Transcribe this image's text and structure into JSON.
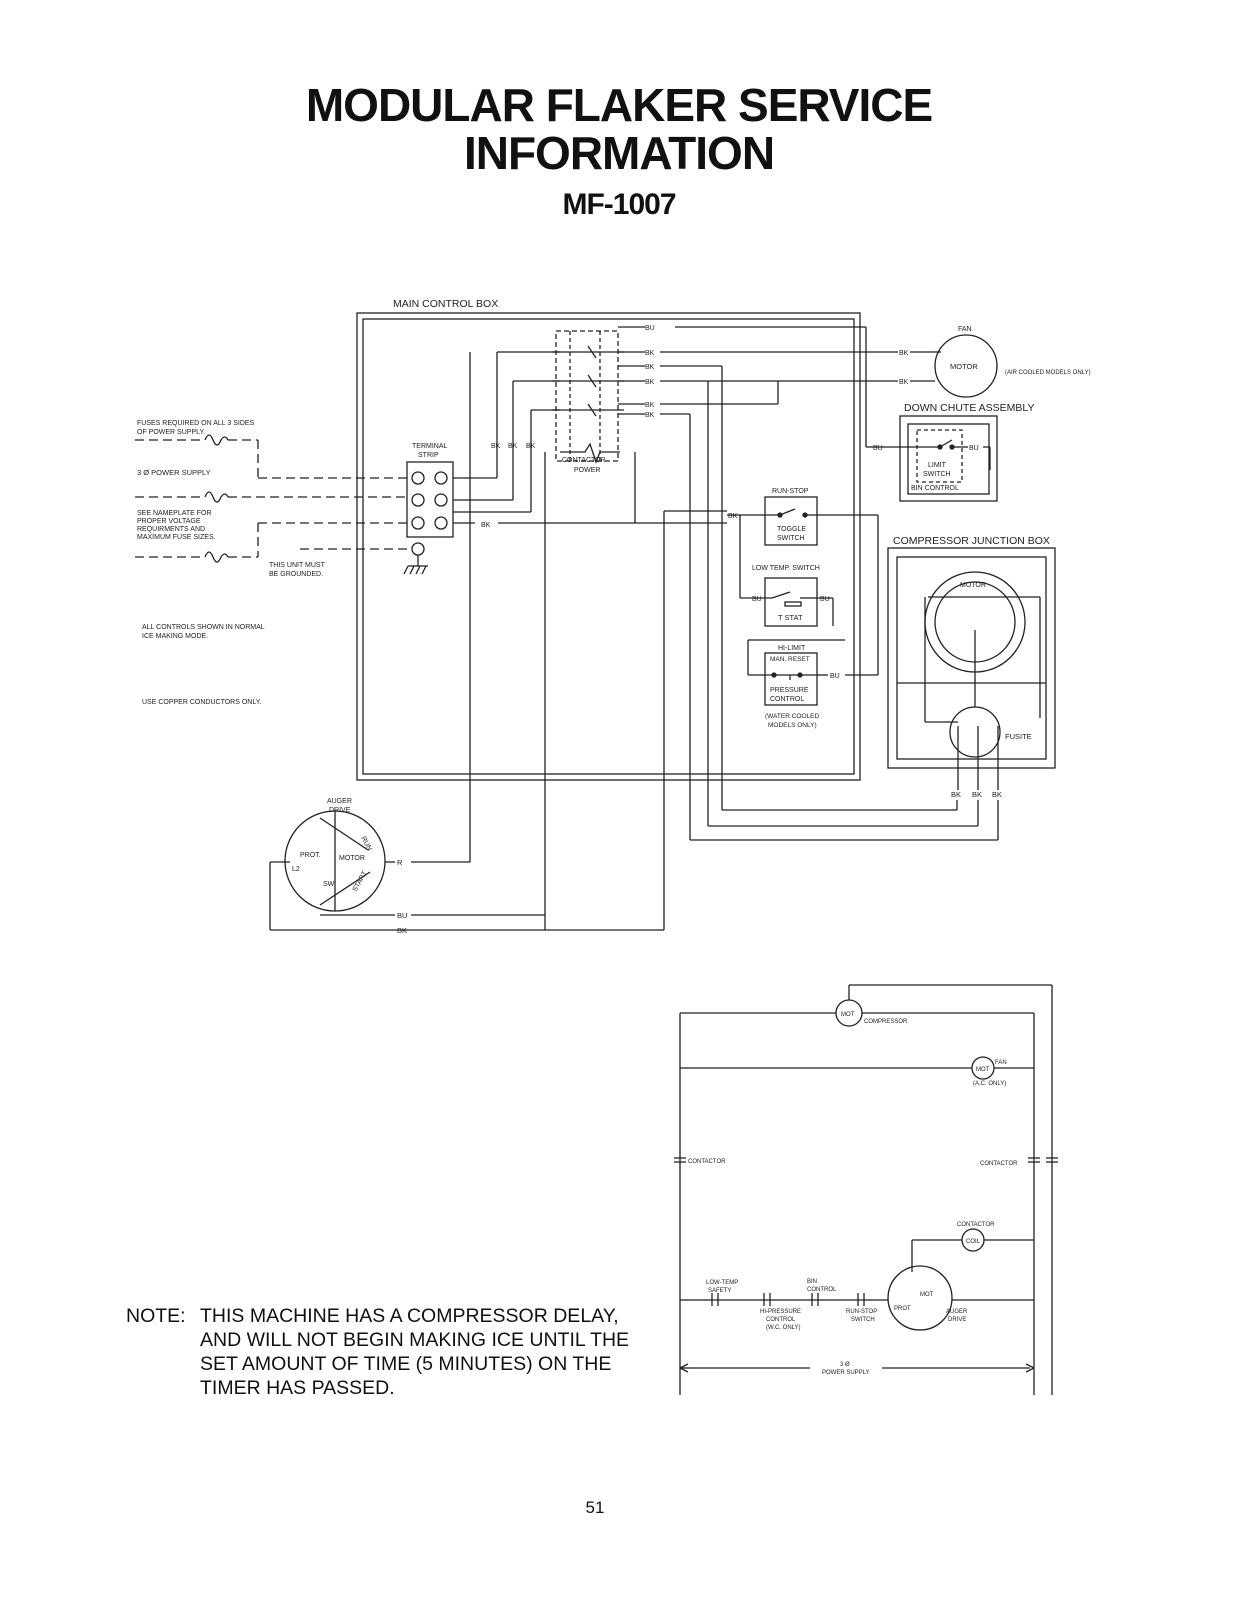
{
  "header": {
    "title_line1": "MODULAR FLAKER SERVICE",
    "title_line2": "INFORMATION",
    "model": "MF-1007"
  },
  "wiring": {
    "main_control_box": "MAIN CONTROL BOX",
    "fan": "FAN",
    "motor": "MOTOR",
    "air_cooled_only": "(AIR COOLED MODELS ONLY)",
    "down_chute": "DOWN CHUTE ASSEMBLY",
    "limit": "LIMIT",
    "switch": "SWITCH",
    "bin_control": "BIN CONTROL",
    "compressor_junction_box": "COMPRESSOR JUNCTION BOX",
    "fusite": "FUSITE",
    "run_stop": "RUN-STOP",
    "toggle": "TOGGLE",
    "low_temp_switch": "LOW TEMP. SWITCH",
    "t_stat": "T STAT",
    "hi_limit": "HI-LIMIT",
    "man_reset": "MAN. RESET",
    "pressure": "PRESSURE",
    "control": "CONTROL",
    "water_cooled_1": "(WATER COOLED",
    "water_cooled_2": "MODELS ONLY)",
    "contactor": "CONTACTOR",
    "power": "POWER",
    "terminal": "TERMINAL",
    "strip": "STRIP",
    "fuses_1": "FUSES REQUIRED ON ALL 3 SIDES",
    "fuses_2": "OF POWER SUPPLY.",
    "three_phase_supply": "3 Ø POWER SUPPLY",
    "nameplate_1": "SEE NAMEPLATE FOR",
    "nameplate_2": "PROPER VOLTAGE",
    "nameplate_3": "REQUIRMENTS AND",
    "nameplate_4": "MAXIMUM FUSE SIZES.",
    "grounded_1": "THIS UNIT MUST",
    "grounded_2": "BE GROUNDED.",
    "controls_1": "ALL CONTROLS SHOWN IN NORMAL",
    "controls_2": "ICE MAKING MODE.",
    "copper": "USE COPPER CONDUCTORS ONLY.",
    "auger_1": "AUGER",
    "auger_2": "DRIVE",
    "prot": "PROT.",
    "run": "RUN",
    "start": "START",
    "sw": "SW.",
    "l2": "L2",
    "wire_bu": "BU",
    "wire_bk": "BK",
    "wire_r": "R"
  },
  "ladder": {
    "mot": "MOT",
    "compressor": "COMPRESSOR",
    "fan": "FAN",
    "ac_only": "(A.C. ONLY)",
    "contactor": "CONTACTOR",
    "coil": "COIL",
    "low_temp_1": "LOW-TEMP",
    "low_temp_2": "SAFETY",
    "bin_1": "BIN",
    "bin_2": "CONTROL",
    "hi_pressure_1": "HI-PRESSURE",
    "hi_pressure_2": "CONTROL",
    "hi_pressure_3": "(W.C. ONLY)",
    "run_stop_1": "RUN-STOP",
    "run_stop_2": "SWITCH",
    "prot": "PROT",
    "auger_1": "AUGER",
    "auger_2": "DRIVE",
    "phase": "3 Ø",
    "power_supply": "POWER SUPPLY"
  },
  "note": {
    "label": "NOTE:",
    "text": "THIS MACHINE HAS A COMPRESSOR DELAY, AND WILL NOT BEGIN MAKING ICE UNTIL THE SET AMOUNT OF TIME (5 MINUTES) ON THE TIMER HAS PASSED."
  },
  "page_number": "51"
}
